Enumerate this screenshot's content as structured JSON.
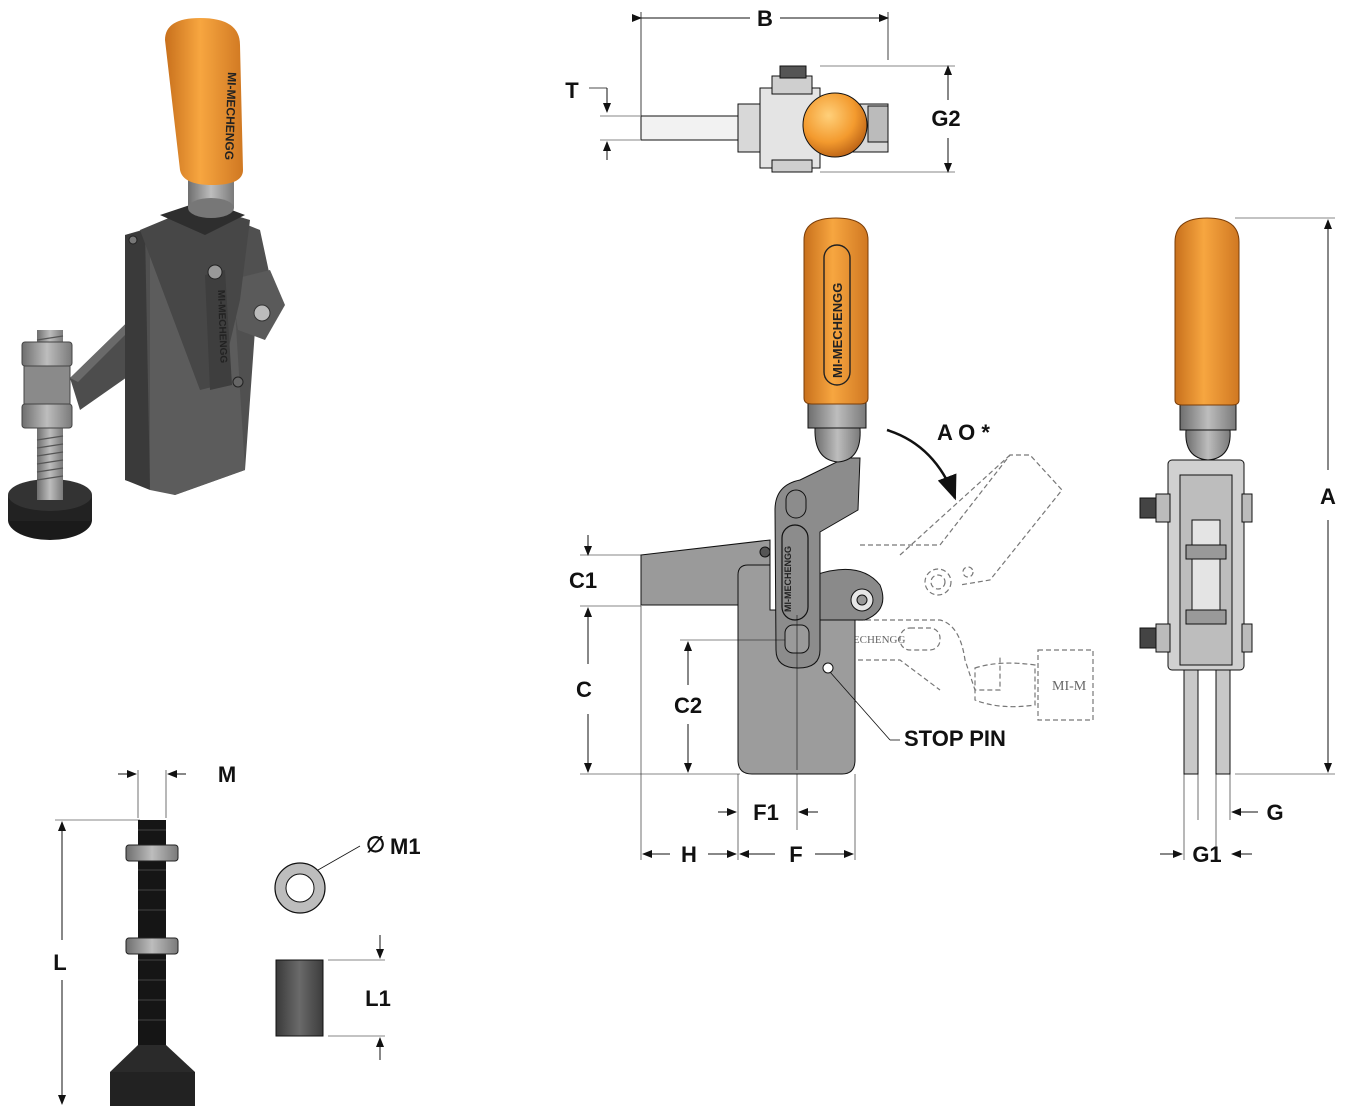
{
  "brand": "MI-MECHENGG",
  "brand_ghost_short": "MI-M",
  "labels": {
    "A": "A",
    "B": "B",
    "T": "T",
    "G2": "G2",
    "AO": "A O *",
    "C1": "C1",
    "C": "C",
    "C2": "C2",
    "F1": "F1",
    "H": "H",
    "F": "F",
    "G": "G",
    "G1": "G1",
    "M": "M",
    "M1": "M1",
    "L": "L",
    "L1": "L1",
    "stop_pin": "STOP PIN"
  },
  "diameter_symbol": "∅",
  "colors": {
    "handle_orange": "#f5a03a",
    "handle_dark": "#b8641a",
    "body_grey": "#8c8c8c",
    "body_dark": "#4a4a4a",
    "plate_grey": "#b8b8b8",
    "line": "#111111"
  }
}
